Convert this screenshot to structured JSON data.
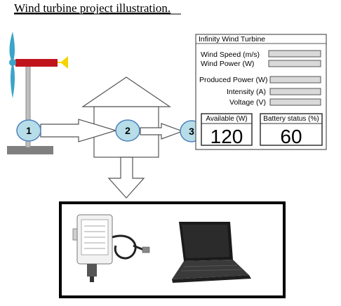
{
  "title": "Wind turbine project illustration.",
  "panel": {
    "title": "Infinity Wind Turbine",
    "rows": [
      {
        "label": "Wind Speed (m/s)"
      },
      {
        "label": "Wind Power (W)"
      },
      {
        "label": "Produced Power (W)"
      },
      {
        "label": "Intensity (A)"
      },
      {
        "label": "Voltage (V)"
      }
    ],
    "available": {
      "label": "Available (W)",
      "value": "120"
    },
    "battery": {
      "label": "Battery status (%)",
      "value": "60"
    }
  },
  "nodes": [
    {
      "label": "1"
    },
    {
      "label": "2"
    },
    {
      "label": "3"
    }
  ],
  "colors": {
    "node_fill": "#b7dde8",
    "node_stroke": "#4f81bd",
    "blade": "#3aa4c9",
    "nacelle": "#c0141c",
    "tail": "#f5d400",
    "bar_fill": "#d9d9d9",
    "base": "#7f7f7f"
  },
  "devices": {
    "logger_icon": "data-logger-icon",
    "laptop_icon": "laptop-icon"
  }
}
